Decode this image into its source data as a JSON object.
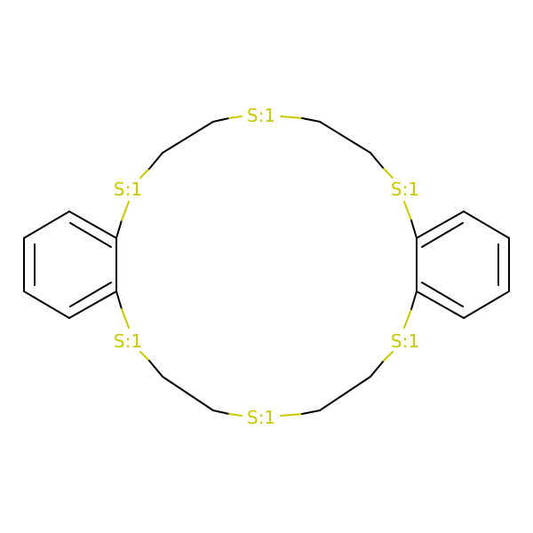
{
  "colors": {
    "background": "#ffffff",
    "bond": "#000000",
    "sulfur": "#c8c800"
  },
  "atoms": {
    "s_top": "S:1",
    "s_upper_left": "S:1",
    "s_upper_right": "S:1",
    "s_lower_left": "S:1",
    "s_lower_right": "S:1",
    "s_bottom": "S:1"
  }
}
